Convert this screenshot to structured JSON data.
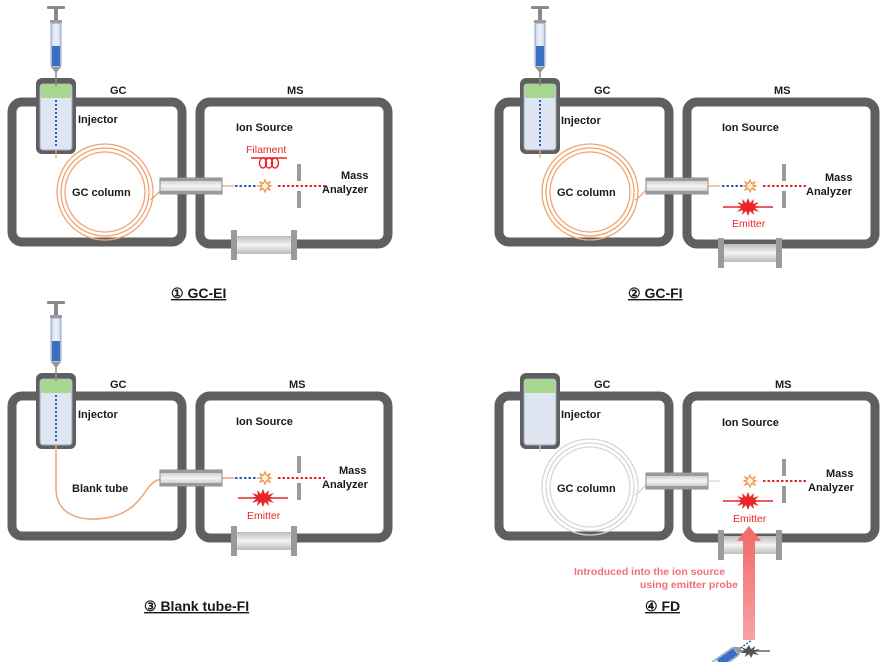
{
  "colors": {
    "box": "#5f5f5f",
    "column": "#f0a370",
    "column_faded": "#d6d6d6",
    "red": "#e8262a",
    "blue": "#2b5fb3",
    "arrow": "#f48a8a",
    "injector_top": "#a8d890"
  },
  "panels": [
    {
      "gc_label": "GC",
      "ms_label": "MS",
      "injector_label": "Injector",
      "column_label": "GC column",
      "ion_source_label": "Ion Source",
      "analyzer_line1": "Mass",
      "analyzer_line2": "Analyzer",
      "source_label": "Filament",
      "caption": "① GC-EI"
    },
    {
      "gc_label": "GC",
      "ms_label": "MS",
      "injector_label": "Injector",
      "column_label": "GC column",
      "ion_source_label": "Ion Source",
      "analyzer_line1": "Mass",
      "analyzer_line2": "Analyzer",
      "source_label": "Emitter",
      "caption": "② GC-FI"
    },
    {
      "gc_label": "GC",
      "ms_label": "MS",
      "injector_label": "Injector",
      "column_label": "Blank tube",
      "ion_source_label": "Ion Source",
      "analyzer_line1": "Mass",
      "analyzer_line2": "Analyzer",
      "source_label": "Emitter",
      "caption": "③ Blank tube-FI"
    },
    {
      "gc_label": "GC",
      "ms_label": "MS",
      "injector_label": "Injector",
      "column_label": "GC column",
      "ion_source_label": "Ion Source",
      "analyzer_line1": "Mass",
      "analyzer_line2": "Analyzer",
      "source_label": "Emitter",
      "caption": "④ FD",
      "probe_note_line1": "Introduced into the ion source",
      "probe_note_line2": "using emitter probe"
    }
  ]
}
